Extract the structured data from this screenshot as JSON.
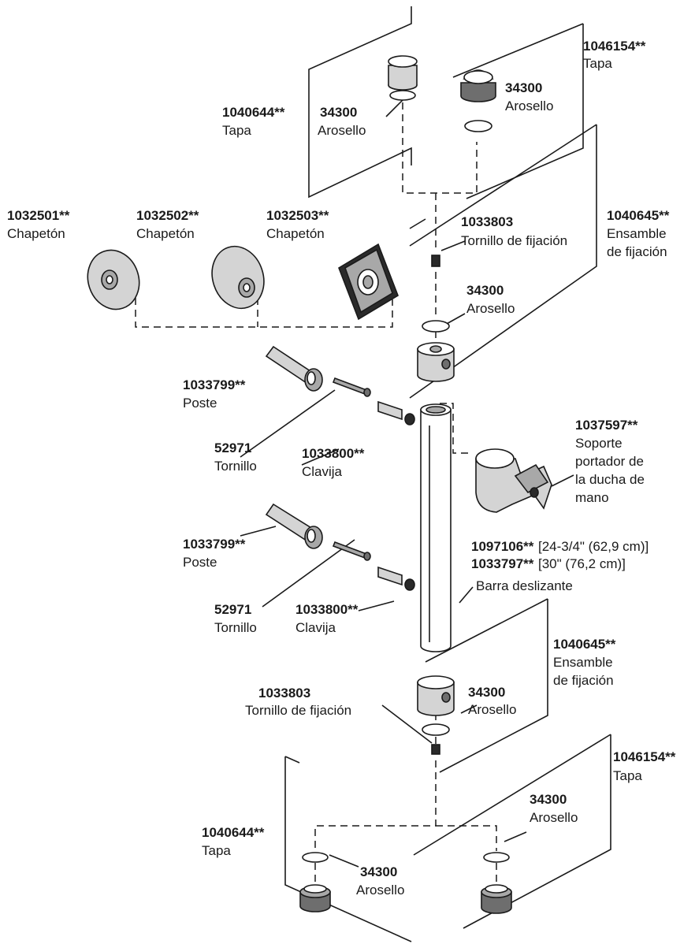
{
  "labels": {
    "cap_top_right": {
      "part": "1046154**",
      "name": "Tapa"
    },
    "cap_top_left": {
      "part": "1040644**",
      "name": "Tapa"
    },
    "oring_top_left": {
      "part": "34300",
      "name": "Arosello"
    },
    "oring_top_right": {
      "part": "34300",
      "name": "Arosello"
    },
    "escutcheon_1": {
      "part": "1032501**",
      "name": "Chapetón"
    },
    "escutcheon_2": {
      "part": "1032502**",
      "name": "Chapetón"
    },
    "escutcheon_3": {
      "part": "1032503**",
      "name": "Chapetón"
    },
    "setscrew_top": {
      "part": "1033803",
      "name": "Tornillo de fijación"
    },
    "mount_top": {
      "part": "1040645**",
      "name_line1": "Ensamble",
      "name_line2": "de fijación"
    },
    "oring_mount_top": {
      "part": "34300",
      "name": "Arosello"
    },
    "post_top": {
      "part": "1033799**",
      "name": "Poste"
    },
    "screw_top": {
      "part": "52971",
      "name": "Tornillo"
    },
    "pin_top": {
      "part": "1033800**",
      "name": "Clavija"
    },
    "holder": {
      "part": "1037597**",
      "name_lines": [
        "Soporte",
        "portador de",
        "la ducha de",
        "mano"
      ]
    },
    "post_bottom": {
      "part": "1033799**",
      "name": "Poste"
    },
    "screw_bottom": {
      "part": "52971",
      "name": "Tornillo"
    },
    "pin_bottom": {
      "part": "1033800**",
      "name": "Clavija"
    },
    "bar": {
      "part1": "1097106**",
      "size1": "[24-3/4\" (62,9 cm)]",
      "part2": "1033797**",
      "size2": "[30\" (76,2 cm)]",
      "name": "Barra deslizante"
    },
    "mount_bottom": {
      "part": "1040645**",
      "name_line1": "Ensamble",
      "name_line2": "de fijación"
    },
    "setscrew_bottom": {
      "part": "1033803",
      "name": "Tornillo de fijación"
    },
    "oring_mount_bottom": {
      "part": "34300",
      "name": "Arosello"
    },
    "cap_bottom_right": {
      "part": "1046154**",
      "name": "Tapa"
    },
    "oring_bottom_right": {
      "part": "34300",
      "name": "Arosello"
    },
    "cap_bottom_left": {
      "part": "1040644**",
      "name": "Tapa"
    },
    "oring_bottom_left": {
      "part": "34300",
      "name": "Arosello"
    }
  }
}
